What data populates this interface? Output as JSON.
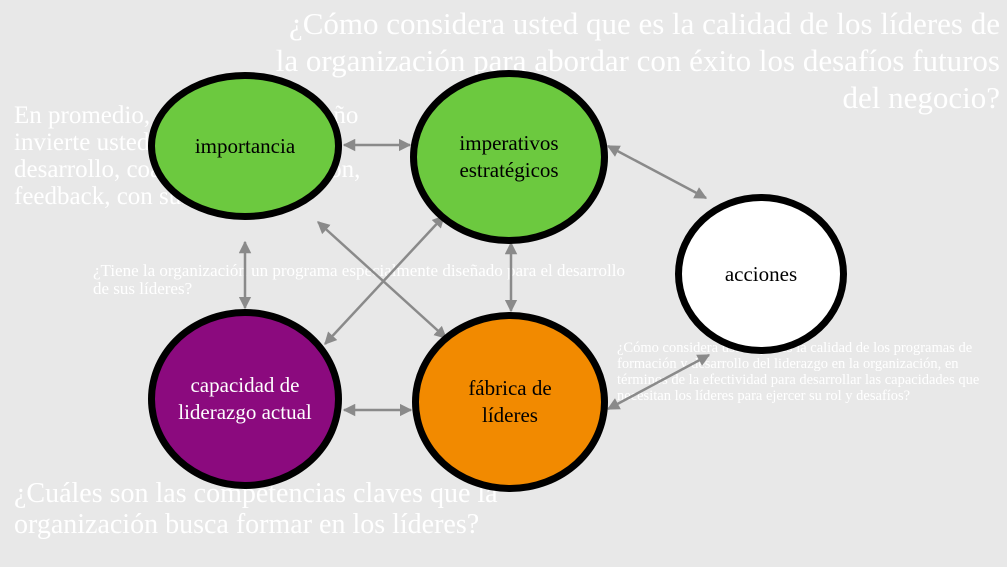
{
  "background_questions": {
    "top": "¿Cómo considera usted que es la calidad de los líderes de la organización para abordar con éxito los desafíos futuros del negocio?",
    "left": "En promedio, cuántas horas al año invierte usted en actividades de desarrollo, coaching, capacitación, feedback, con sus líderes?",
    "middle": "¿Tiene la organización un programa especialmente diseñado para el desarrollo de sus líderes?",
    "right": "¿Cómo considera usted que es la calidad de los programas de formación y desarrollo del liderazgo en la organización, en términos de la efectividad para desarrollar las capacidades que necesitan los líderes para ejercer su rol y desafíos?",
    "bottom": "¿Cuáles son las competencias claves que la organización busca formar en los líderes?"
  },
  "nodes": {
    "importancia": {
      "label": "importancia",
      "color": "#6cc93f"
    },
    "imperativos": {
      "label": "imperativos estratégicos",
      "color": "#6cc93f"
    },
    "acciones": {
      "label": "acciones",
      "color": "#ffffff"
    },
    "capacidad": {
      "label": "capacidad de liderazgo actual",
      "color": "#8b0a7e"
    },
    "fabrica": {
      "label": "fábrica de líderes",
      "color": "#f28a00"
    }
  },
  "connector_color": "#8a8a8a"
}
